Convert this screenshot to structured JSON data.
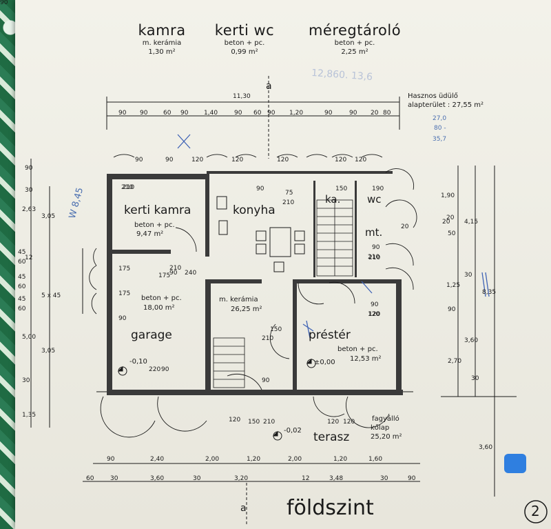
{
  "header": {
    "rooms": [
      {
        "name": "kamra",
        "material": "m. kerámia",
        "area": "1,30 m²"
      },
      {
        "name": "kerti wc",
        "material": "beton + pc.",
        "area": "0,99 m²"
      },
      {
        "name": "méregtároló",
        "material": "beton + pc.",
        "area": "2,25 m²"
      }
    ]
  },
  "useful_area": {
    "label": "Hasznos üdülő",
    "value": "alapterület : 27,55 m²"
  },
  "handwriting": {
    "top": "12,860. 13,6",
    "side": "W 8,45",
    "sum": [
      "27,0",
      "80 -",
      "35,7"
    ]
  },
  "rooms": {
    "kerti_kamra": {
      "name": "kerti kamra",
      "material": "beton + pc.",
      "area": "9,47 m²"
    },
    "konyha": {
      "name": "konyha"
    },
    "ka": {
      "name": "ka."
    },
    "wc": {
      "name": "wc"
    },
    "mt": {
      "name": "mt."
    },
    "garage": {
      "name": "garage",
      "material": "beton + pc.",
      "area": "18,00 m²",
      "level": "-0,10"
    },
    "hall": {
      "material": "m. kerámia",
      "area": "26,25 m²"
    },
    "prester": {
      "name": "préstér",
      "material": "beton + pc.",
      "area": "12,53 m²",
      "level": "±0,00"
    },
    "terasz": {
      "name": "terasz",
      "material": "fagyálló",
      "material2": "kőlap",
      "area": "25,20 m²",
      "level": "-0,02"
    }
  },
  "dims": {
    "top_total": "11,30",
    "top_chain": [
      "90",
      "90",
      "60",
      "90",
      "1,40",
      "90",
      "60",
      "90",
      "1,20",
      "90",
      "90",
      "20",
      "80"
    ],
    "bottom_row1": [
      "90",
      "2,40",
      "2,00",
      "1,20",
      "2,00",
      "1,20",
      "1,60"
    ],
    "bottom_row2": [
      "60",
      "30",
      "3,60",
      "30",
      "3,20",
      "12",
      "3,48",
      "30",
      "90"
    ],
    "left_a": [
      "90",
      "30",
      "2,63",
      "12",
      "45",
      "60",
      "45",
      "60",
      "45",
      "60",
      "3,05",
      "5 x 45",
      "3,05",
      "5,00",
      "30",
      "1,35"
    ],
    "right_a": [
      "1,90",
      "20",
      "20",
      "90",
      "210",
      "90",
      "120"
    ],
    "right_b": [
      "4,15",
      "8,35",
      "3,60",
      "2,70",
      "30",
      "90",
      "1,25",
      "20",
      "50",
      "30",
      "3,60"
    ],
    "inner": [
      "90",
      "210",
      "90",
      "120",
      "90",
      "75",
      "210",
      "150",
      "190",
      "210",
      "120",
      "90",
      "120",
      "120",
      "150",
      "210",
      "90",
      "175",
      "175",
      "175",
      "90",
      "210",
      "240",
      "220",
      "90",
      "210",
      "150",
      "210",
      "120",
      "120",
      "120",
      "120",
      "120",
      "90"
    ]
  },
  "footer": {
    "title": "földszint",
    "section_mark": "a",
    "page": "2"
  }
}
